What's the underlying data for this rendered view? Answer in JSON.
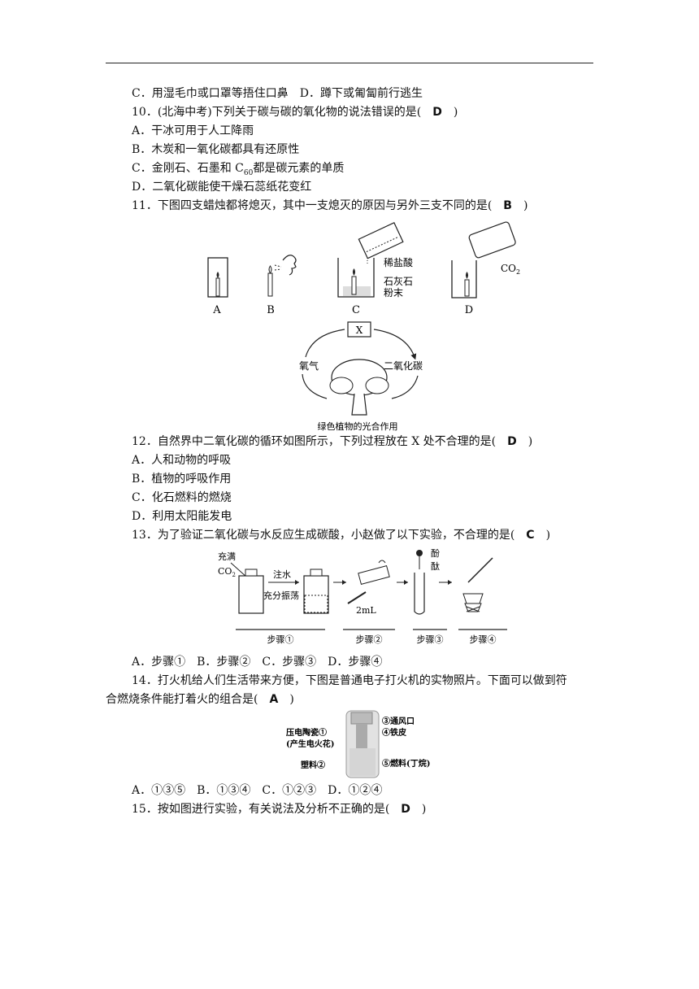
{
  "q9": {
    "opt_c": "C．用湿毛巾或口罩等捂住口鼻",
    "opt_d": "D．蹲下或匍匐前行逃生"
  },
  "q10": {
    "stem_pre": "10．(北海中考)下列关于碳与碳的氧化物的说法错误的是(",
    "answer": "D",
    "stem_post": ")",
    "opt_a": "A．干冰可用于人工降雨",
    "opt_b": "B．木炭和一氧化碳都具有还原性",
    "opt_c_pre": "C．金刚石、石墨和 C",
    "opt_c_sub": "60",
    "opt_c_post": "都是碳元素的单质",
    "opt_d": "D．二氧化碳能使干燥石蕊纸花变红"
  },
  "q11": {
    "stem_pre": "11．下图四支蜡烛都将熄灭，其中一支熄灭的原因与另外三支不同的是(",
    "answer": "B",
    "stem_post": ")",
    "fig": {
      "label_a": "A",
      "label_b": "B",
      "label_c": "C",
      "label_d": "D",
      "acid": "稀盐酸",
      "limestone1": "石灰石",
      "limestone2": "粉末",
      "co2": "CO",
      "co2_sub": "2"
    }
  },
  "cycle": {
    "x_box": "X",
    "oxygen": "氧气",
    "co2": "二氧化碳",
    "caption": "绿色植物的光合作用"
  },
  "q12": {
    "stem_pre": "12．自然界中二氧化碳的循环如图所示，下列过程放在 X 处不合理的是(",
    "answer": "D",
    "stem_post": ")",
    "opt_a": "A．人和动物的呼吸",
    "opt_b": "B．植物的呼吸作用",
    "opt_c": "C．化石燃料的燃烧",
    "opt_d": "D．利用太阳能发电"
  },
  "q13": {
    "stem_pre": "13．为了验证二氧化碳与水反应生成碳酸，小赵做了以下实验，不合理的是(",
    "answer": "C",
    "stem_post": ")",
    "fig": {
      "filled1": "充满",
      "filled2": "CO",
      "filled2_sub": "2",
      "add_water": "注水",
      "shake": "充分振荡",
      "volume": "2mL",
      "phenol1": "酚",
      "phenol2": "酞",
      "step1": "步骤①",
      "step2": "步骤②",
      "step3": "步骤③",
      "step4": "步骤④"
    },
    "options": "A．步骤①　B．步骤②　C．步骤③　D．步骤④"
  },
  "q14": {
    "stem_l1": "14．打火机给人们生活带来方便，下图是普通电子打火机的实物照片。下面可以做到符",
    "stem_l2_pre": "合燃烧条件能打着火的组合是(",
    "answer": "A",
    "stem_post": ")",
    "fig": {
      "piezo1": "压电陶瓷①",
      "piezo2": "(产生电火花)",
      "plastic": "塑料②",
      "vent": "③通风口",
      "iron": "④铁皮",
      "fuel": "⑤燃料(丁烷)"
    },
    "options": "A．①③⑤　B．①③④　C．①②③　D．①②④"
  },
  "q15": {
    "stem_pre": "15．按如图进行实验，有关说法及分析不正确的是(",
    "answer": "D",
    "stem_post": ")"
  }
}
